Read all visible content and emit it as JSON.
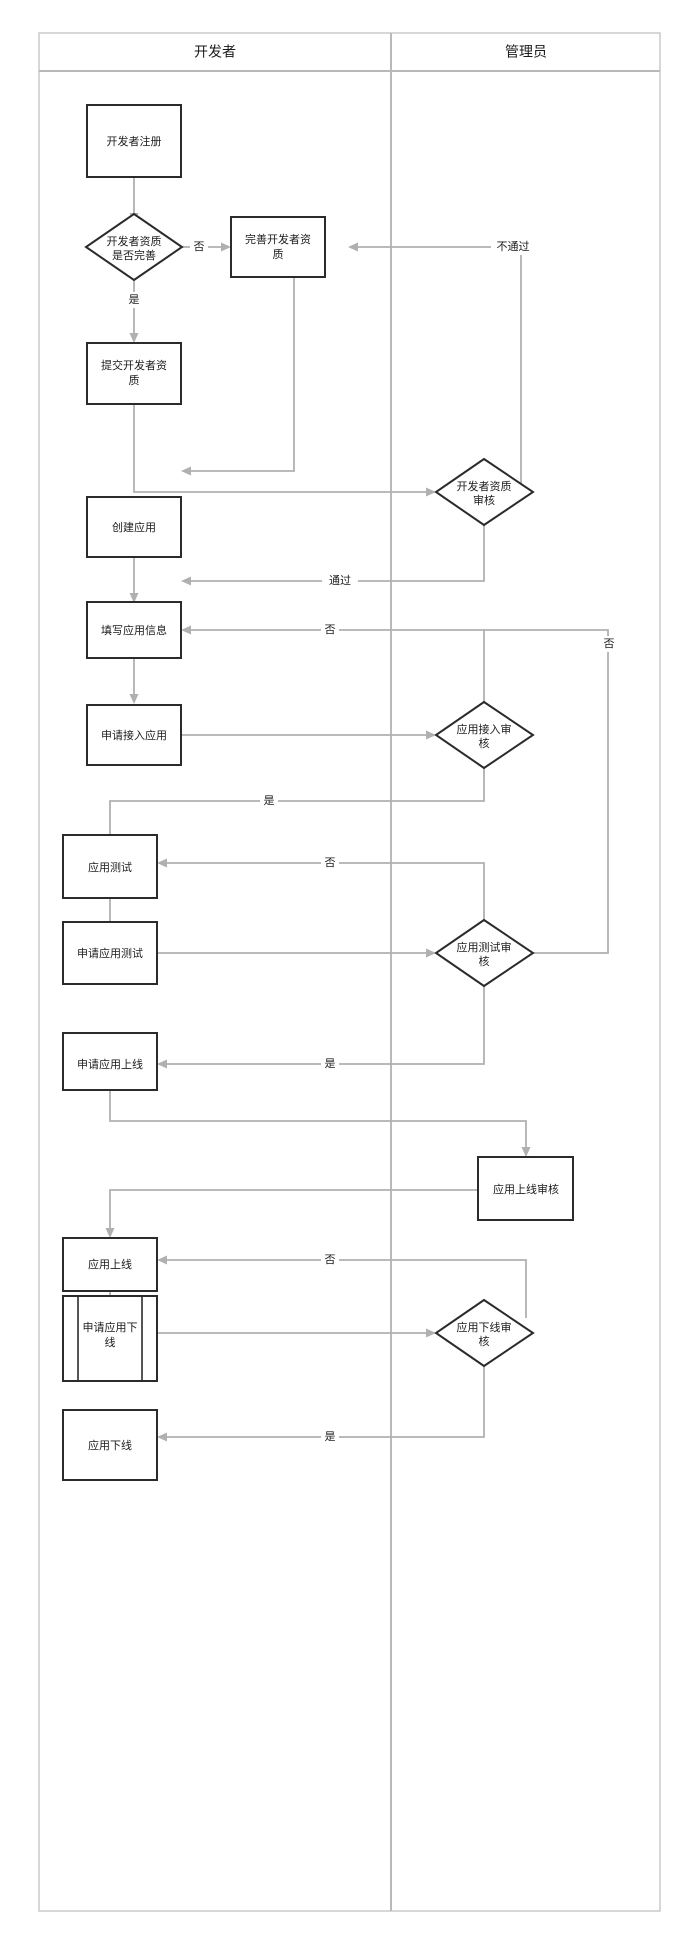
{
  "diagram": {
    "type": "swimlane-flowchart",
    "title_present": false,
    "colors": {
      "node_stroke": "#2b2b2b",
      "edge_stroke": "#b0b0b0",
      "lane_border": "#c6c6c6",
      "background": "#ffffff",
      "text": "#1c1c1c"
    },
    "lanes": [
      {
        "id": "developer",
        "label": "开发者"
      },
      {
        "id": "admin",
        "label": "管理员"
      }
    ],
    "nodes": [
      {
        "id": "n1",
        "label": "开发者注册",
        "shape": "process",
        "lane": "developer"
      },
      {
        "id": "n2",
        "label": "开发者资质是否完善",
        "shape": "decision",
        "lane": "developer",
        "line1": "开发者资质",
        "line2": "是否完善"
      },
      {
        "id": "n3",
        "label": "完善开发者资质",
        "shape": "process",
        "lane": "developer",
        "line1": "完善开发者资",
        "line2": "质"
      },
      {
        "id": "n4",
        "label": "提交开发者资质",
        "shape": "process",
        "lane": "developer",
        "line1": "提交开发者资",
        "line2": "质"
      },
      {
        "id": "n5",
        "label": "开发者资质审核",
        "shape": "decision",
        "lane": "admin",
        "line1": "开发者资质",
        "line2": "审核"
      },
      {
        "id": "n6",
        "label": "创建应用",
        "shape": "process",
        "lane": "developer"
      },
      {
        "id": "n7",
        "label": "填写应用信息",
        "shape": "process",
        "lane": "developer"
      },
      {
        "id": "n8",
        "label": "申请接入应用",
        "shape": "process",
        "lane": "developer"
      },
      {
        "id": "n9",
        "label": "应用接入审核",
        "shape": "decision",
        "lane": "admin",
        "line1": "应用接入审",
        "line2": "核"
      },
      {
        "id": "n10",
        "label": "应用测试",
        "shape": "process",
        "lane": "developer"
      },
      {
        "id": "n11",
        "label": "申请应用测试",
        "shape": "process",
        "lane": "developer"
      },
      {
        "id": "n12",
        "label": "应用测试审核",
        "shape": "decision",
        "lane": "admin",
        "line1": "应用测试审",
        "line2": "核"
      },
      {
        "id": "n13",
        "label": "申请应用上线",
        "shape": "process",
        "lane": "developer"
      },
      {
        "id": "n14",
        "label": "应用上线审核",
        "shape": "process",
        "lane": "admin"
      },
      {
        "id": "n15",
        "label": "应用上线",
        "shape": "process",
        "lane": "developer"
      },
      {
        "id": "n16",
        "label": "申请应用下线",
        "shape": "predefined-process",
        "lane": "developer",
        "line1": "申请应用下",
        "line2": "线"
      },
      {
        "id": "n17",
        "label": "应用下线审核",
        "shape": "decision",
        "lane": "admin",
        "line1": "应用下线审",
        "line2": "核"
      },
      {
        "id": "n18",
        "label": "应用下线",
        "shape": "process",
        "lane": "developer"
      }
    ],
    "edges": [
      {
        "from": "n1",
        "to": "n2",
        "label": ""
      },
      {
        "from": "n2",
        "to": "n3",
        "label": "否"
      },
      {
        "from": "n2",
        "to": "n4",
        "label": "是"
      },
      {
        "from": "n3",
        "to": "n4",
        "label": ""
      },
      {
        "from": "n4",
        "to": "n5",
        "label": ""
      },
      {
        "from": "n5",
        "to": "n3",
        "label": "不通过"
      },
      {
        "from": "n5",
        "to": "n6",
        "label": "通过"
      },
      {
        "from": "n6",
        "to": "n7",
        "label": ""
      },
      {
        "from": "n7",
        "to": "n8",
        "label": ""
      },
      {
        "from": "n8",
        "to": "n9",
        "label": ""
      },
      {
        "from": "n9",
        "to": "n7",
        "label": "否"
      },
      {
        "from": "n9",
        "to": "n10",
        "label": "是"
      },
      {
        "from": "n10",
        "to": "n11",
        "label": ""
      },
      {
        "from": "n11",
        "to": "n12",
        "label": ""
      },
      {
        "from": "n12",
        "to": "n10",
        "label": "否"
      },
      {
        "from": "n12",
        "to": "n7",
        "label": "否"
      },
      {
        "from": "n12",
        "to": "n13",
        "label": "是"
      },
      {
        "from": "n13",
        "to": "n14",
        "label": ""
      },
      {
        "from": "n14",
        "to": "n15",
        "label": ""
      },
      {
        "from": "n15",
        "to": "n16",
        "label": ""
      },
      {
        "from": "n16",
        "to": "n17",
        "label": ""
      },
      {
        "from": "n17",
        "to": "n15",
        "label": "否"
      },
      {
        "from": "n17",
        "to": "n18",
        "label": "是"
      }
    ],
    "edge_labels": {
      "no": "否",
      "yes": "是",
      "pass": "通过",
      "fail": "不通过"
    }
  }
}
